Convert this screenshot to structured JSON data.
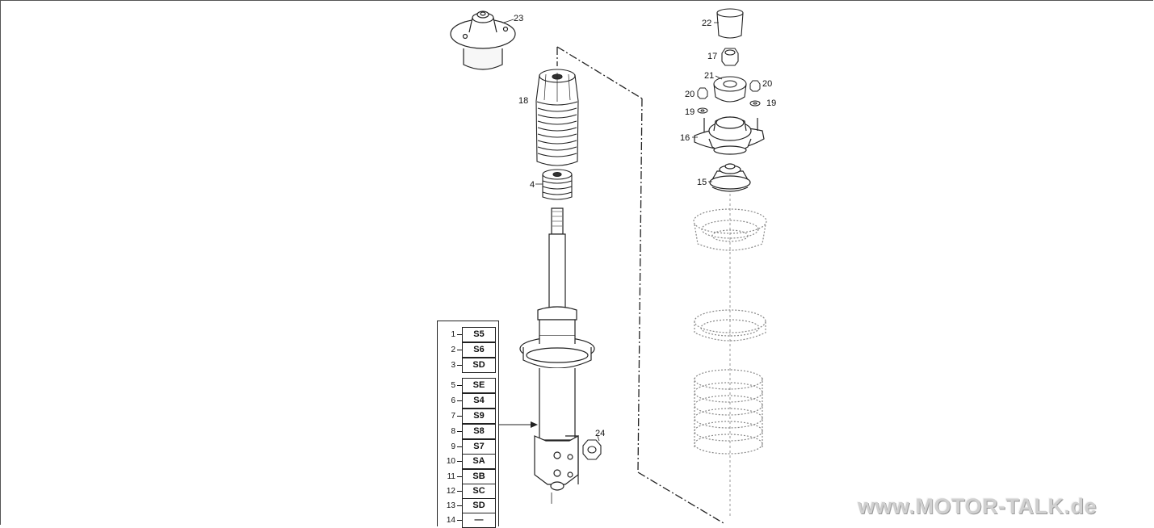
{
  "callouts": {
    "p23": "23",
    "p18": "18",
    "p4": "4",
    "p24": "24",
    "p22": "22",
    "p17": "17",
    "p21": "21",
    "p20_left": "20",
    "p20_right": "20",
    "p19_left": "19",
    "p19_right": "19",
    "p16": "16",
    "p15": "15"
  },
  "variants": [
    {
      "num": "1",
      "code": "S5"
    },
    {
      "num": "2",
      "code": "S6"
    },
    {
      "num": "3",
      "code": "SD"
    },
    {
      "num": "5",
      "code": "SE"
    },
    {
      "num": "6",
      "code": "S4"
    },
    {
      "num": "7",
      "code": "S9"
    },
    {
      "num": "8",
      "code": "S8"
    },
    {
      "num": "9",
      "code": "S7"
    },
    {
      "num": "10",
      "code": "SA"
    },
    {
      "num": "11",
      "code": "SB"
    },
    {
      "num": "12",
      "code": "SC"
    },
    {
      "num": "13",
      "code": "SD"
    },
    {
      "num": "14",
      "code": "—"
    }
  ],
  "watermark": "www.MOTOR-TALK.de"
}
